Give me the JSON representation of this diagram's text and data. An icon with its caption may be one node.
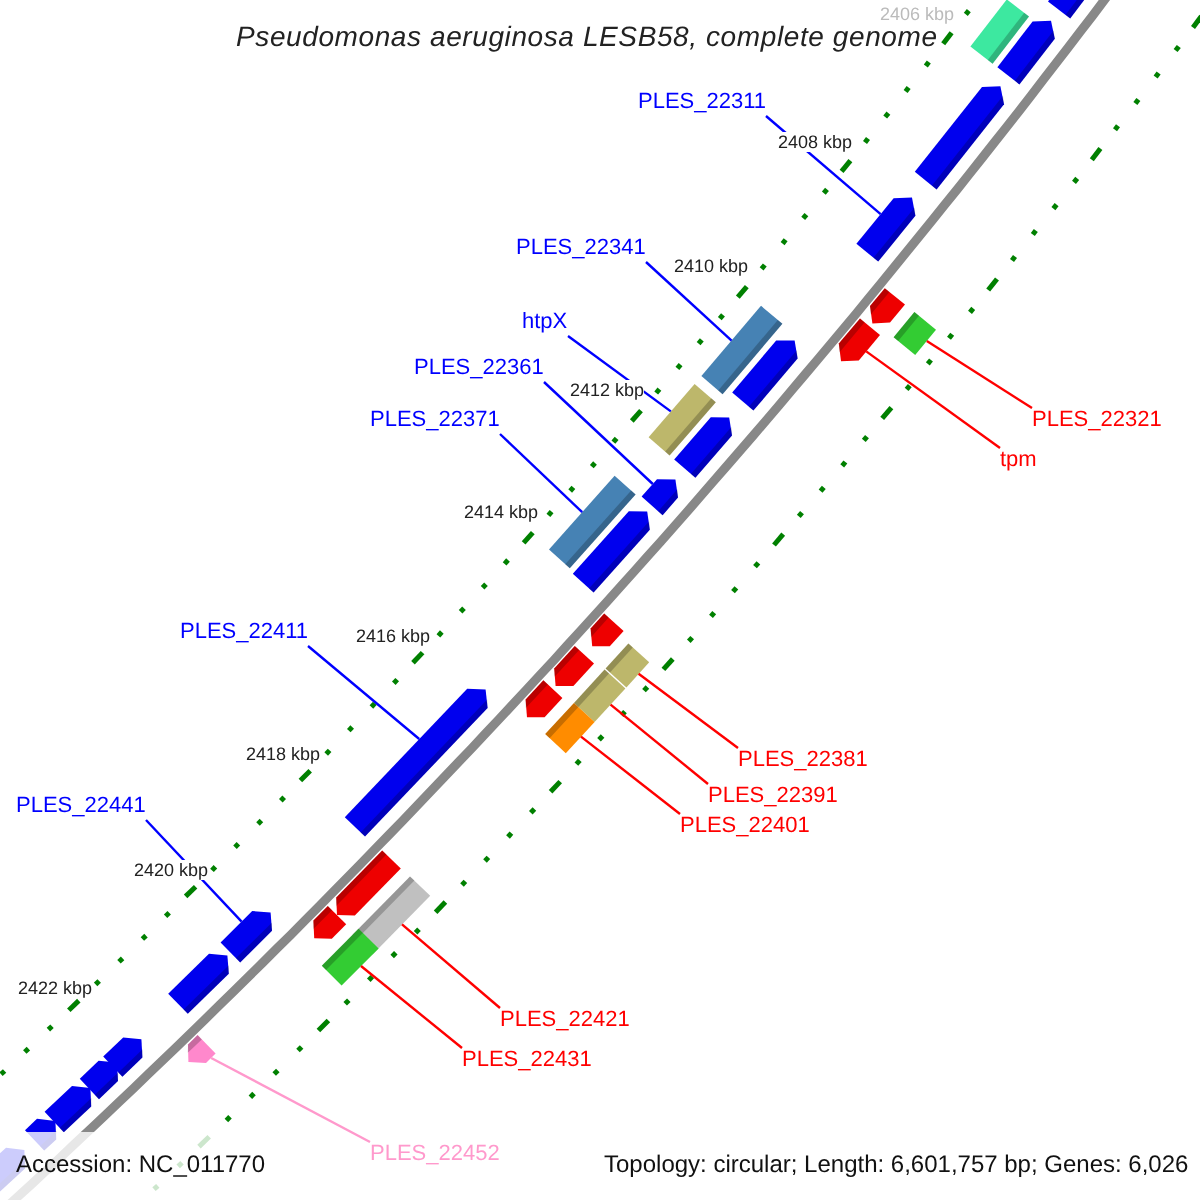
{
  "diagram": {
    "title": "Pseudomonas aeruginosa LESB58, complete genome",
    "nodes": [
      {
        "text": [
          "PLES_22311"
        ]
      },
      {
        "text": [
          "PLES_22341"
        ]
      },
      {
        "text": [
          "htpX"
        ]
      },
      {
        "text": [
          "PLES_22361"
        ]
      },
      {
        "text": [
          "PLES_22321"
        ]
      },
      {
        "text": [
          "PLES_22371"
        ]
      },
      {
        "text": [
          "tpm"
        ]
      },
      {
        "text": [
          "PLES_22411"
        ]
      },
      {
        "text": [
          "PLES_22381"
        ]
      },
      {
        "text": [
          "PLES_22391"
        ]
      },
      {
        "text": [
          "PLES_22441"
        ]
      },
      {
        "text": [
          "PLES_22401"
        ]
      },
      {
        "text": [
          "PLES_22421"
        ]
      },
      {
        "text": [
          "PLES_22431"
        ]
      },
      {
        "text": [
          "PLES_22452"
        ]
      },
      {
        "text": [],
        "shape": "pentagon"
      },
      {
        "text": [],
        "shape": "bar"
      },
      {
        "text": [],
        "shape": "pentagon"
      },
      {
        "text": [],
        "shape": "pentagon"
      },
      {
        "text": [],
        "shape": "pentagon"
      },
      {
        "text": [],
        "shape": "pentagon"
      },
      {
        "text": [],
        "shape": "bar"
      },
      {
        "text": [],
        "shape": "bar"
      },
      {
        "text": [],
        "shape": "pentagon"
      },
      {
        "text": [],
        "shape": "pentagon"
      },
      {
        "text": [],
        "shape": "bar"
      },
      {
        "text": [],
        "shape": "pentagon"
      },
      {
        "text": [],
        "shape": "pentagon"
      },
      {
        "text": [],
        "shape": "bar"
      },
      {
        "text": [],
        "shape": "pentagon"
      },
      {
        "text": [],
        "shape": "pentagon"
      },
      {
        "text": [],
        "shape": "bar"
      },
      {
        "text": [],
        "shape": "pentagon"
      },
      {
        "text": [],
        "shape": "bar"
      },
      {
        "text": [],
        "shape": "pentagon"
      },
      {
        "text": [],
        "shape": "bar"
      },
      {
        "text": [],
        "shape": "pentagon"
      },
      {
        "text": [],
        "shape": "pentagon"
      },
      {
        "text": [],
        "shape": "bar"
      },
      {
        "text": [],
        "shape": "pentagon"
      },
      {
        "text": [],
        "shape": "pentagon"
      },
      {
        "text": [],
        "shape": "bar"
      },
      {
        "text": [],
        "shape": "pentagon"
      },
      {
        "text": [],
        "shape": "pentagon"
      },
      {
        "text": [],
        "shape": "pentagon"
      },
      {
        "text": [],
        "shape": "pentagon"
      },
      {
        "text": [],
        "shape": "pentagon"
      },
      {
        "text": [],
        "shape": "pentagon"
      },
      {
        "text": [],
        "shape": "pentagon"
      }
    ],
    "edges": [
      {
        "from": 0,
        "to": 19,
        "arrow": "none",
        "color": "#0000ff"
      },
      {
        "from": 1,
        "to": 22,
        "arrow": "none",
        "color": "#0000ff"
      },
      {
        "from": 2,
        "to": 25,
        "arrow": "none",
        "color": "#0000ff"
      },
      {
        "from": 3,
        "to": 27,
        "arrow": "none",
        "color": "#0000ff"
      },
      {
        "from": 4,
        "to": 21,
        "arrow": "none",
        "color": "#ff0000"
      },
      {
        "from": 5,
        "to": 28,
        "arrow": "none",
        "color": "#0000ff"
      },
      {
        "from": 6,
        "to": 23,
        "arrow": "none",
        "color": "#ff0000"
      },
      {
        "from": 7,
        "to": 36,
        "arrow": "none",
        "color": "#0000ff"
      },
      {
        "from": 8,
        "to": 31,
        "arrow": "none",
        "color": "#ff0000"
      },
      {
        "from": 9,
        "to": 33,
        "arrow": "none",
        "color": "#ff0000"
      },
      {
        "from": 10,
        "to": 40,
        "arrow": "none",
        "color": "#0000ff"
      },
      {
        "from": 11,
        "to": 35,
        "arrow": "none",
        "color": "#ff0000"
      },
      {
        "from": 12,
        "to": 38,
        "arrow": "none",
        "color": "#ff0000"
      },
      {
        "from": 13,
        "to": 41,
        "arrow": "none",
        "color": "#ff0000"
      },
      {
        "from": 14,
        "to": 44,
        "arrow": "none",
        "color": "#ff99cc"
      }
    ],
    "labels": [
      "2406 kbp",
      "2408 kbp",
      "2410 kbp",
      "2412 kbp",
      "2414 kbp",
      "2416 kbp",
      "2418 kbp",
      "2420 kbp",
      "2422 kbp",
      "Accession: NC_011770",
      "Topology: circular; Length: 6,601,757 bp; Genes: 6,026"
    ]
  }
}
